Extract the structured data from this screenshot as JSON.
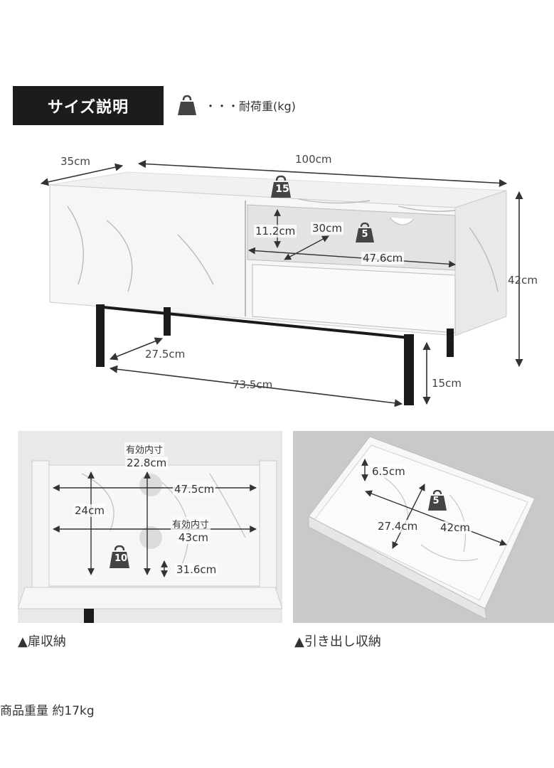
{
  "header": {
    "title": "サイズ説明",
    "legend_text": "・・・耐荷重(kg)",
    "legend_icon": "weight-bag-icon"
  },
  "main_diagram": {
    "depth": "35cm",
    "width": "100cm",
    "height": "42cm",
    "top_load": "15",
    "shelf_height": "11.2cm",
    "shelf_depth": "30cm",
    "shelf_load": "5",
    "shelf_width": "47.6cm",
    "leg_depth": "27.5cm",
    "leg_width": "73.5cm",
    "leg_height": "15cm"
  },
  "door_panel": {
    "inner_label_top": "有効内寸",
    "inner_width_top": "22.8cm",
    "width": "47.5cm",
    "height": "24cm",
    "inner_label_mid": "有効内寸",
    "inner_width_mid": "43cm",
    "load": "10",
    "depth": "31.6cm",
    "caption": "▲扉収納"
  },
  "drawer_panel": {
    "height": "6.5cm",
    "load": "5",
    "depth": "27.4cm",
    "width": "42cm",
    "caption": "▲引き出し収納"
  },
  "footer": {
    "weight_text": "商品重量 約17kg"
  },
  "colors": {
    "badge_bg": "#1c1c1c",
    "weight_icon": "#444444",
    "marble": "#f3f3f3",
    "leg": "#1a1a1a"
  }
}
